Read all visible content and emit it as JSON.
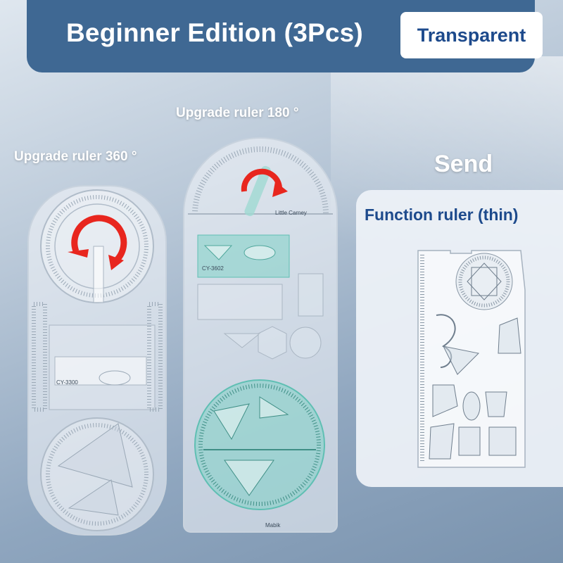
{
  "banner": {
    "title": "Beginner Edition (3Pcs)",
    "badge": "Transparent"
  },
  "labels": {
    "ruler_360": "Upgrade ruler 360 °",
    "ruler_180": "Upgrade ruler 180 °",
    "send": "Send"
  },
  "card": {
    "title": "Function ruler (thin)"
  },
  "ruler_marks": {
    "model_360": "CY-3300",
    "model_180": "CY-3602",
    "brand_180": "Little Carney",
    "maker_180": "Mabik"
  },
  "colors": {
    "banner_bg": "#3f6893",
    "badge_text": "#1d4a8c",
    "arrow_red": "#e8261e",
    "teal": "#7fd1c7"
  }
}
